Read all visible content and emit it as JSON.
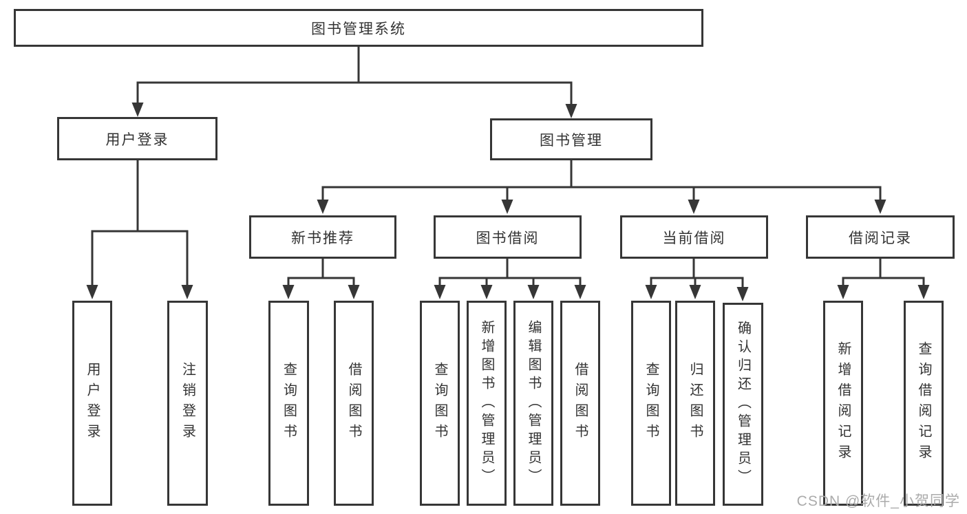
{
  "meta": {
    "watermark": "CSDN @软件_小贺同学",
    "colors": {
      "line": "#363636",
      "text": "#333333",
      "background": "#ffffff",
      "watermark": "#ababab"
    }
  },
  "tree": {
    "label": "图书管理系统",
    "children": [
      {
        "label": "用户登录",
        "children": [
          {
            "label": "用户登录"
          },
          {
            "label": "注销登录"
          }
        ]
      },
      {
        "label": "图书管理",
        "children": [
          {
            "label": "新书推荐",
            "children": [
              {
                "label": "查询图书"
              },
              {
                "label": "借阅图书"
              }
            ]
          },
          {
            "label": "图书借阅",
            "children": [
              {
                "label": "查询图书"
              },
              {
                "label": "新增图书（管理员）"
              },
              {
                "label": "编辑图书（管理员）"
              },
              {
                "label": "借阅图书"
              }
            ]
          },
          {
            "label": "当前借阅",
            "children": [
              {
                "label": "查询图书"
              },
              {
                "label": "归还图书"
              },
              {
                "label": "确认归还（管理员）"
              }
            ]
          },
          {
            "label": "借阅记录",
            "children": [
              {
                "label": "新增借阅记录"
              },
              {
                "label": "查询借阅记录"
              }
            ]
          }
        ]
      }
    ]
  }
}
